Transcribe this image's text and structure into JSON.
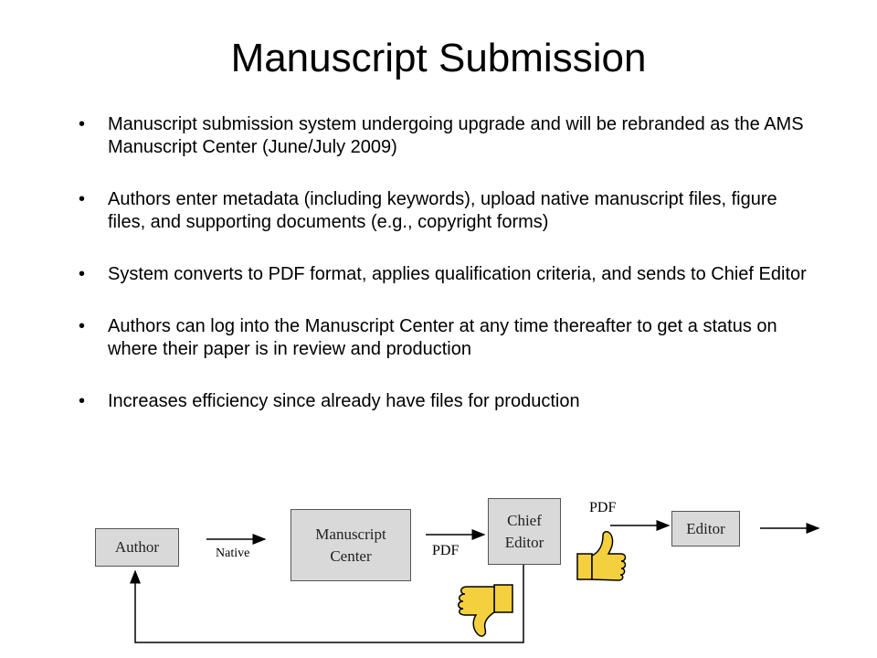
{
  "slide": {
    "title": "Manuscript Submission",
    "bullets": [
      "Manuscript submission system undergoing upgrade and will be rebranded as the AMS Manuscript Center (June/July 2009)",
      "Authors enter metadata (including keywords), upload native manuscript files, figure files, and supporting documents (e.g., copyright forms)",
      "System converts to PDF format, applies qualification criteria, and sends to Chief Editor",
      "Authors can log into the Manuscript Center at any time thereafter to get a status on where their paper is in review and production",
      "Increases efficiency since already have files for production"
    ]
  },
  "diagram": {
    "nodes": {
      "author": "Author",
      "manuscript_center": "Manuscript Center",
      "chief_editor": "Chief Editor",
      "editor": "Editor"
    },
    "edge_labels": {
      "native": "Native",
      "pdf_to_chief": "PDF",
      "pdf_to_editor": "PDF"
    },
    "icons": [
      "thumbs-up-icon",
      "thumbs-down-icon"
    ],
    "colors": {
      "node_fill": "#d9d9d9",
      "icon_fill": "#f4d03f"
    }
  }
}
